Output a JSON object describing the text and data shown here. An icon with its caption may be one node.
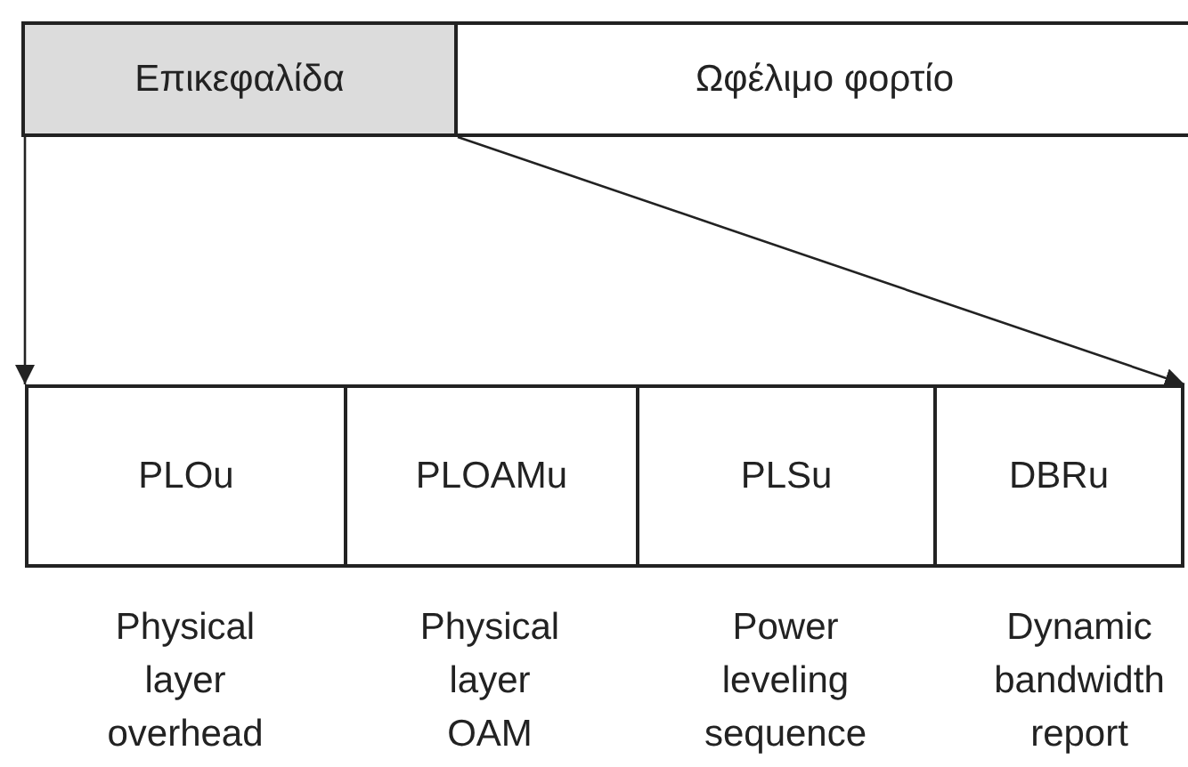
{
  "diagram": {
    "nodes": [
      {
        "text": [
          "Επικεφαλίδα"
        ]
      },
      {
        "text": [
          "Ωφέλιμο φορτίο"
        ]
      },
      {
        "text": [],
        "shape": "box"
      },
      {
        "text": [
          "PLOu"
        ],
        "in": 2
      },
      {
        "text": [
          "PLOAMu"
        ],
        "in": 2
      },
      {
        "text": [
          "PLSu"
        ],
        "in": 2
      },
      {
        "text": [
          "DBRu"
        ],
        "in": 2
      }
    ],
    "edges": [
      {
        "from": 0,
        "to": 2,
        "arrow": "to"
      },
      {
        "from": 0,
        "to": 2,
        "arrow": "to"
      }
    ],
    "labels": [
      "Physical layer overhead",
      "Physical layer OAM",
      "Power leveling sequence",
      "Dynamic bandwidth report"
    ]
  }
}
